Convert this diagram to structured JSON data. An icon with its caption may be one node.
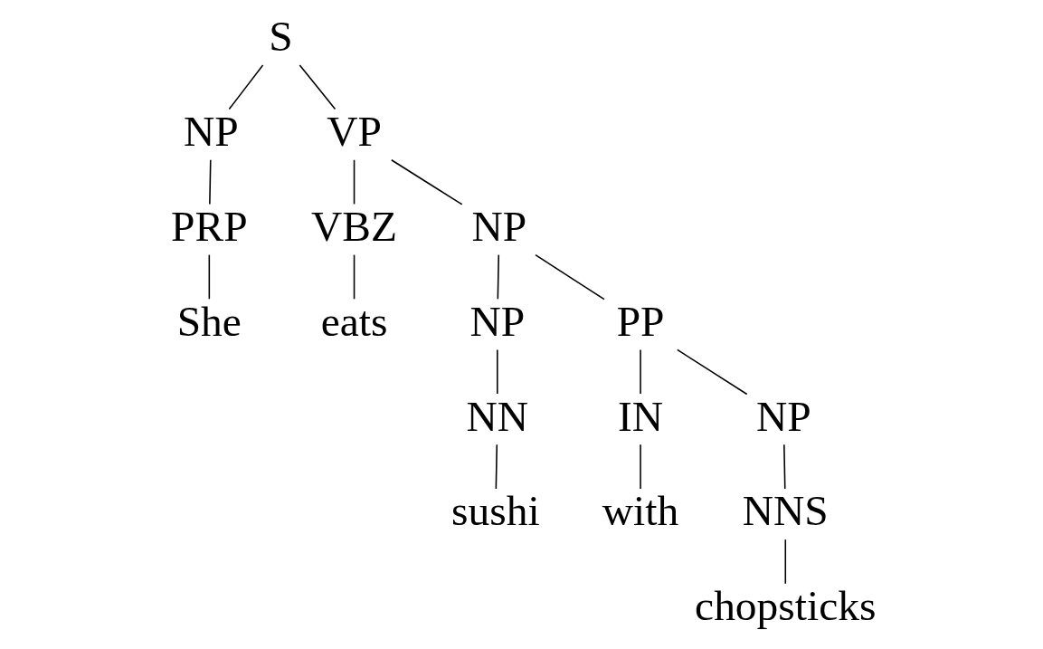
{
  "diagram": {
    "nodes": [
      {
        "text": [
          "S"
        ]
      },
      {
        "text": [
          "NP"
        ]
      },
      {
        "text": [
          "VP"
        ]
      },
      {
        "text": [
          "PRP"
        ]
      },
      {
        "text": [
          "VBZ"
        ]
      },
      {
        "text": [
          "NP"
        ]
      },
      {
        "text": [
          "She"
        ]
      },
      {
        "text": [
          "eats"
        ]
      },
      {
        "text": [
          "NP"
        ]
      },
      {
        "text": [
          "PP"
        ]
      },
      {
        "text": [
          "NN"
        ]
      },
      {
        "text": [
          "IN"
        ]
      },
      {
        "text": [
          "NP"
        ]
      },
      {
        "text": [
          "sushi"
        ]
      },
      {
        "text": [
          "with"
        ]
      },
      {
        "text": [
          "NNS"
        ]
      },
      {
        "text": [
          "chopsticks"
        ]
      }
    ],
    "edges": [
      {
        "from": 0,
        "to": 1,
        "arrow": "none"
      },
      {
        "from": 0,
        "to": 2,
        "arrow": "none"
      },
      {
        "from": 1,
        "to": 3,
        "arrow": "none"
      },
      {
        "from": 2,
        "to": 4,
        "arrow": "none"
      },
      {
        "from": 2,
        "to": 5,
        "arrow": "none"
      },
      {
        "from": 3,
        "to": 6,
        "arrow": "none"
      },
      {
        "from": 4,
        "to": 7,
        "arrow": "none"
      },
      {
        "from": 5,
        "to": 8,
        "arrow": "none"
      },
      {
        "from": 5,
        "to": 9,
        "arrow": "none"
      },
      {
        "from": 8,
        "to": 10,
        "arrow": "none"
      },
      {
        "from": 9,
        "to": 11,
        "arrow": "none"
      },
      {
        "from": 9,
        "to": 12,
        "arrow": "none"
      },
      {
        "from": 10,
        "to": 13,
        "arrow": "none"
      },
      {
        "from": 11,
        "to": 14,
        "arrow": "none"
      },
      {
        "from": 12,
        "to": 15,
        "arrow": "none"
      },
      {
        "from": 15,
        "to": 16,
        "arrow": "none"
      }
    ]
  }
}
